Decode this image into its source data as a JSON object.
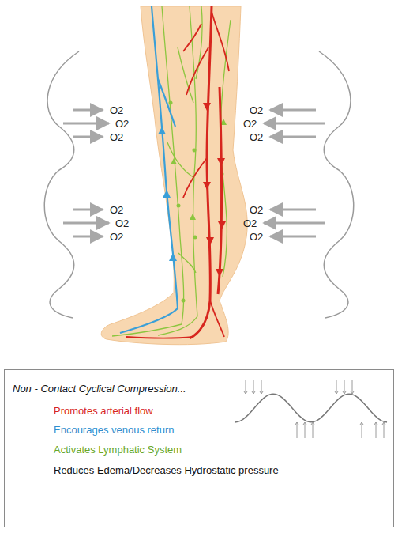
{
  "diagram": {
    "nodes": [
      {
        "text": [
          "Non - Contact Cyclical Compression...",
          "Promotes arterial flow",
          "Encourages venous return",
          "Activates Lymphatic System",
          "Reduces Edema/Decreases Hydrostatic pressure"
        ]
      }
    ],
    "labels": [
      "O2",
      "O2",
      "O2",
      "O2",
      "O2",
      "O2",
      "O2",
      "O2",
      "O2",
      "O2",
      "O2",
      "O2"
    ]
  }
}
